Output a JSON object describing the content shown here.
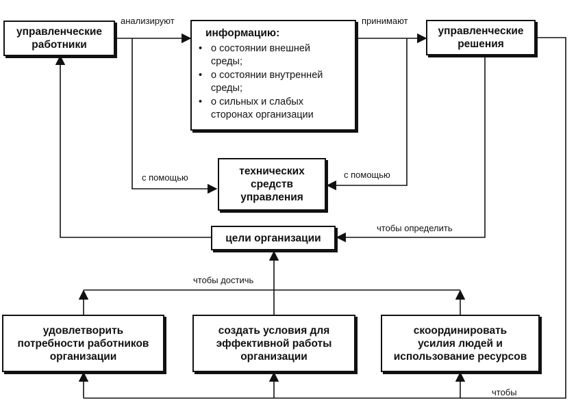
{
  "boxes": {
    "managers": [
      "управленческие",
      "работники"
    ],
    "information": {
      "title": "информацию:",
      "items": [
        [
          "о состоянии внешней",
          "среды;"
        ],
        [
          "о состоянии внутренней",
          "среды;"
        ],
        [
          "о сильных и слабых",
          "сторонах организации"
        ]
      ],
      "bullet": "•"
    },
    "decisions": [
      "управленческие",
      "решения"
    ],
    "tech_means": [
      "технических",
      "средств",
      "управления"
    ],
    "goals": [
      "цели организации"
    ],
    "satisfy": [
      "удовлетворить",
      "потребности работников",
      "организации"
    ],
    "conditions": [
      "создать условия для",
      "эффективной работы",
      "организации"
    ],
    "coordinate": [
      "скоординировать",
      "усилия людей и",
      "использование ресурсов"
    ]
  },
  "labels": {
    "analyze": "анализируют",
    "accept": "принимают",
    "with_help_left": "с помощью",
    "with_help_right": "с помощью",
    "to_determine": "чтобы определить",
    "to_achieve": "чтобы достичь",
    "in_order": "чтобы"
  }
}
